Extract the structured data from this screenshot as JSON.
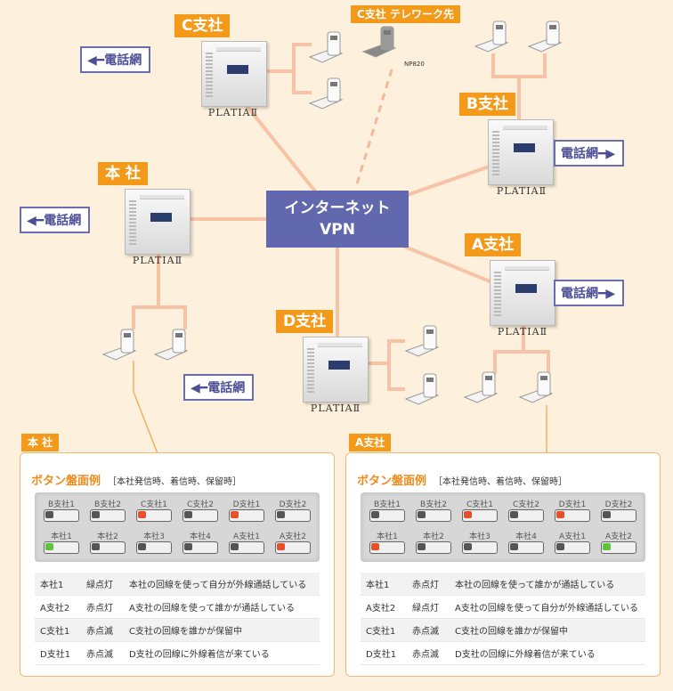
{
  "center": {
    "line1": "インターネット",
    "line2": "VPN"
  },
  "network_label": "電話網",
  "brand": "PLATIAⅡ",
  "sites": {
    "c": "C支社",
    "b": "B支社",
    "hq": "本 社",
    "a": "A支社",
    "d": "D支社"
  },
  "telework": {
    "tag": "C支社 テレワーク先",
    "phone_model": "NP820"
  },
  "panels": {
    "hq": {
      "tag": "本 社",
      "title": "ボタン盤面例",
      "subtitle": "［本社発信時、着信時、保留時］",
      "row1": [
        {
          "label": "B支社1",
          "led": "off"
        },
        {
          "label": "B支社2",
          "led": "off"
        },
        {
          "label": "C支社1",
          "led": "red"
        },
        {
          "label": "C支社2",
          "led": "off"
        },
        {
          "label": "D支社1",
          "led": "red"
        },
        {
          "label": "D支社2",
          "led": "off"
        }
      ],
      "row2": [
        {
          "label": "本社1",
          "led": "green"
        },
        {
          "label": "本社2",
          "led": "off"
        },
        {
          "label": "本社3",
          "led": "off"
        },
        {
          "label": "本社4",
          "led": "off"
        },
        {
          "label": "A支社1",
          "led": "off"
        },
        {
          "label": "A支社2",
          "led": "red"
        }
      ],
      "rows": [
        [
          "本社1",
          "緑点灯",
          "本社の回線を使って自分が外線通話している"
        ],
        [
          "A支社2",
          "赤点灯",
          "A支社の回線を使って誰かが通話している"
        ],
        [
          "C支社1",
          "赤点滅",
          "C支社の回線を誰かが保留中"
        ],
        [
          "D支社1",
          "赤点滅",
          "D支社の回線に外線着信が来ている"
        ]
      ]
    },
    "a": {
      "tag": "A支社",
      "title": "ボタン盤面例",
      "subtitle": "［本社発信時、着信時、保留時］",
      "row1": [
        {
          "label": "B支社1",
          "led": "off"
        },
        {
          "label": "B支社2",
          "led": "off"
        },
        {
          "label": "C支社1",
          "led": "red"
        },
        {
          "label": "C支社2",
          "led": "off"
        },
        {
          "label": "D支社1",
          "led": "red"
        },
        {
          "label": "D支社2",
          "led": "off"
        }
      ],
      "row2": [
        {
          "label": "本社1",
          "led": "red"
        },
        {
          "label": "本社2",
          "led": "off"
        },
        {
          "label": "本社3",
          "led": "off"
        },
        {
          "label": "本社4",
          "led": "off"
        },
        {
          "label": "A支社1",
          "led": "off"
        },
        {
          "label": "A支社2",
          "led": "green"
        }
      ],
      "rows": [
        [
          "本社1",
          "赤点灯",
          "本社の回線を使って誰かが通話している"
        ],
        [
          "A支社2",
          "緑点灯",
          "A支社の回線を使って自分が外線通話している"
        ],
        [
          "C支社1",
          "赤点滅",
          "C支社の回線を誰かが保留中"
        ],
        [
          "D支社1",
          "赤点滅",
          "D支社の回線に外線着信が来ている"
        ]
      ]
    }
  },
  "colors": {
    "accent": "#f49a1b",
    "vpn": "#6268ad",
    "link": "#f5b89a"
  }
}
